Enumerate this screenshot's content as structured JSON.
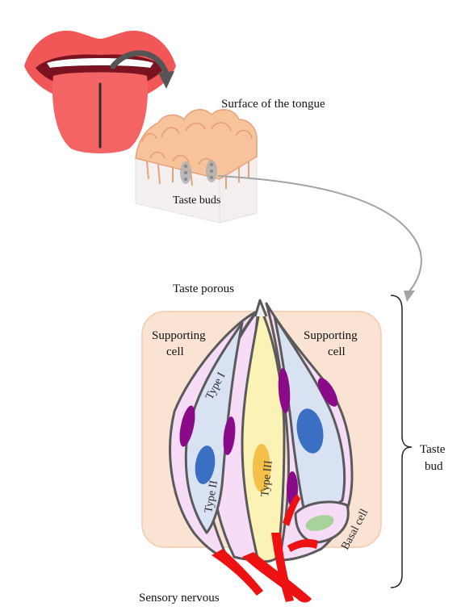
{
  "labels": {
    "surface": "Surface of the tongue",
    "taste_buds": "Taste buds",
    "taste_porous": "Taste porous",
    "supporting_left_1": "Supporting",
    "supporting_left_2": "cell",
    "supporting_right_1": "Supporting",
    "supporting_right_2": "cell",
    "type1": "Type I",
    "type2": "Type II",
    "type3": "Type III",
    "basal": "Basal cell",
    "taste_bud_1": "Taste",
    "taste_bud_2": "bud",
    "sensory": "Sensory nervous"
  },
  "colors": {
    "lip": "#f25757",
    "lip_dark": "#c93a3a",
    "mouth_inner": "#7a1220",
    "tongue": "#f46464",
    "tongue_line": "#2b2b2b",
    "arrow": "#555555",
    "papillae": "#f7c39b",
    "papillae_stroke": "#e8a27a",
    "block_side": "#f3efef",
    "bud_inset": "#b0b0b0",
    "connector": "#a3a3a3",
    "background_box": "#fbe3d3",
    "background_box_stroke": "#f3c9a9",
    "supporting_cell": "#f7dcf7",
    "type2_cell": "#d8e2f3",
    "type3_cell": "#faf3b5",
    "cell_outline": "#5a5a5a",
    "nucleus_purple": "#8a0a8a",
    "nucleus_blue": "#3a6fc4",
    "nucleus_orange": "#f5c04a",
    "basal_nucleus": "#a7d39a",
    "nerve": "#ee1111"
  },
  "icons": {
    "mouth": "open-mouth-tongue-icon",
    "curved_arrow": "curved-arrow-icon"
  }
}
